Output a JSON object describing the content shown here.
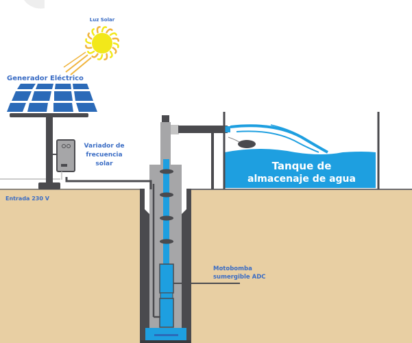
{
  "diagram": {
    "title": "Sistema de bombeo solar",
    "labels": {
      "sun": "Luz Solar",
      "generator": "Generador Eléctrico",
      "inverter_line1": "Variador de",
      "inverter_line2": "frecuencia",
      "inverter_line3": "solar",
      "input": "Entrada 230 V",
      "tank_line1": "Tanque de",
      "tank_line2": "almacenaje de agua",
      "pump_line1": "Motobomba",
      "pump_line2": "sumergible ADC"
    },
    "colors": {
      "ground": "#e8cfa3",
      "water": "#1e9fe0",
      "dark": "#4a4a4e",
      "pipe_gray": "#a6a6a8",
      "label_blue": "#3a6cc4",
      "panel_blue": "#2b6ab8",
      "sun": "#f2e81a",
      "sun_rays": "#f0b43c"
    }
  }
}
